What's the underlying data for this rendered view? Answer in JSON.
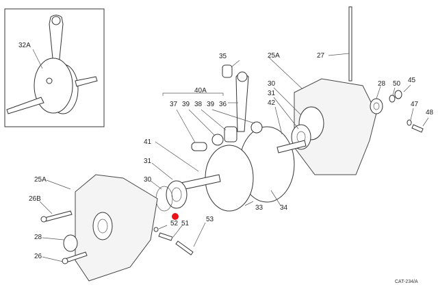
{
  "diagram": {
    "title": "Crankshaft and crankcase exploded view",
    "catalog_code": "CAT-234/A",
    "inset": {
      "label": "32A",
      "description": "Crankshaft assembly"
    },
    "group": {
      "label": "40A",
      "members": [
        "37",
        "39",
        "38",
        "39",
        "36"
      ]
    },
    "marker_color": "#e8141a",
    "callouts": [
      {
        "id": "c32A",
        "label": "32A"
      },
      {
        "id": "c35",
        "label": "35"
      },
      {
        "id": "c40A",
        "label": "40A"
      },
      {
        "id": "c37",
        "label": "37"
      },
      {
        "id": "c39a",
        "label": "39"
      },
      {
        "id": "c38",
        "label": "38"
      },
      {
        "id": "c39b",
        "label": "39"
      },
      {
        "id": "c36",
        "label": "36"
      },
      {
        "id": "c25A_top",
        "label": "25A"
      },
      {
        "id": "c27",
        "label": "27"
      },
      {
        "id": "c30_top",
        "label": "30"
      },
      {
        "id": "c31_top",
        "label": "31"
      },
      {
        "id": "c42",
        "label": "42"
      },
      {
        "id": "c28_top",
        "label": "28"
      },
      {
        "id": "c50",
        "label": "50"
      },
      {
        "id": "c45",
        "label": "45"
      },
      {
        "id": "c47",
        "label": "47"
      },
      {
        "id": "c48",
        "label": "48"
      },
      {
        "id": "c41",
        "label": "41"
      },
      {
        "id": "c31_bot",
        "label": "31"
      },
      {
        "id": "c30_bot",
        "label": "30"
      },
      {
        "id": "c25A_bot",
        "label": "25A"
      },
      {
        "id": "c26B",
        "label": "26B"
      },
      {
        "id": "c28_bot",
        "label": "28"
      },
      {
        "id": "c26",
        "label": "26"
      },
      {
        "id": "c52",
        "label": "52"
      },
      {
        "id": "c51",
        "label": "51"
      },
      {
        "id": "c53",
        "label": "53"
      },
      {
        "id": "c33",
        "label": "33"
      },
      {
        "id": "c34",
        "label": "34"
      }
    ]
  }
}
